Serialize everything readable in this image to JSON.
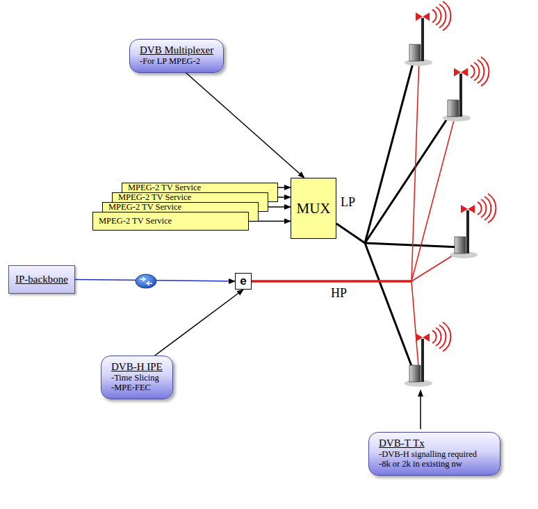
{
  "diagram": {
    "nodes": [
      {
        "text": [
          "DVB Multiplexer",
          "-For LP MPEG-2"
        ]
      },
      {
        "text": [
          "MPEG-2 TV Service"
        ]
      },
      {
        "text": [
          "MPEG-2 TV Service"
        ]
      },
      {
        "text": [
          "MPEG-2 TV Service"
        ]
      },
      {
        "text": [
          "MPEG-2 TV Service"
        ]
      },
      {
        "text": [
          "MUX"
        ]
      },
      {
        "text": [
          "IP-backbone"
        ]
      },
      {
        "text": [
          "e"
        ]
      },
      {
        "text": [
          "DVB-H IPE",
          "-Time Slicing",
          "-MPE-FEC"
        ]
      },
      {
        "text": [
          "DVB-T Tx",
          "-DVB-H signalling required",
          "-8k or 2k in existing nw"
        ]
      }
    ],
    "edges": [
      {
        "from": 1,
        "to": 5,
        "arrow": "to"
      },
      {
        "from": 2,
        "to": 5,
        "arrow": "to"
      },
      {
        "from": 3,
        "to": 5,
        "arrow": "to"
      },
      {
        "from": 4,
        "to": 5,
        "arrow": "to"
      },
      {
        "from": 0,
        "to": 5,
        "arrow": "to"
      },
      {
        "from": 6,
        "to": 7,
        "arrow": "to"
      },
      {
        "from": 8,
        "to": 7,
        "arrow": "to"
      }
    ],
    "labels": [
      "LP",
      "HP"
    ]
  }
}
